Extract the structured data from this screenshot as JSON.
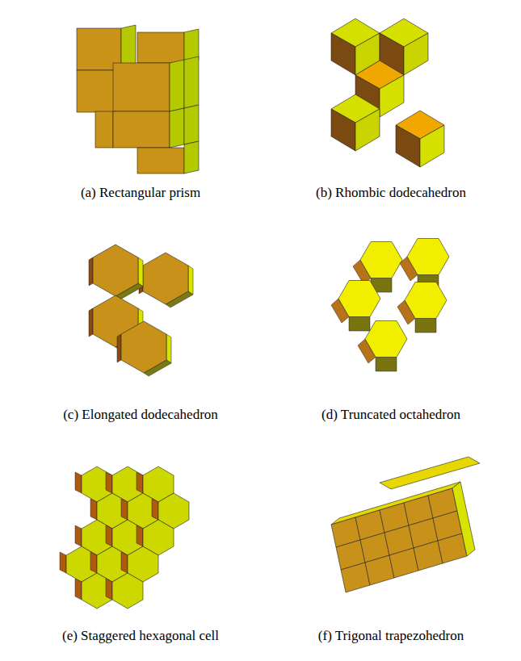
{
  "diagram": {
    "labels": [
      "(a) Rectangular prism",
      "(b) Rhombic dodecahedron",
      "(c) Elongated dodecahedron",
      "(d) Truncated octahedron",
      "(e) Staggered hexagonal cell",
      "(f) Trigonal trapezohedron"
    ]
  }
}
